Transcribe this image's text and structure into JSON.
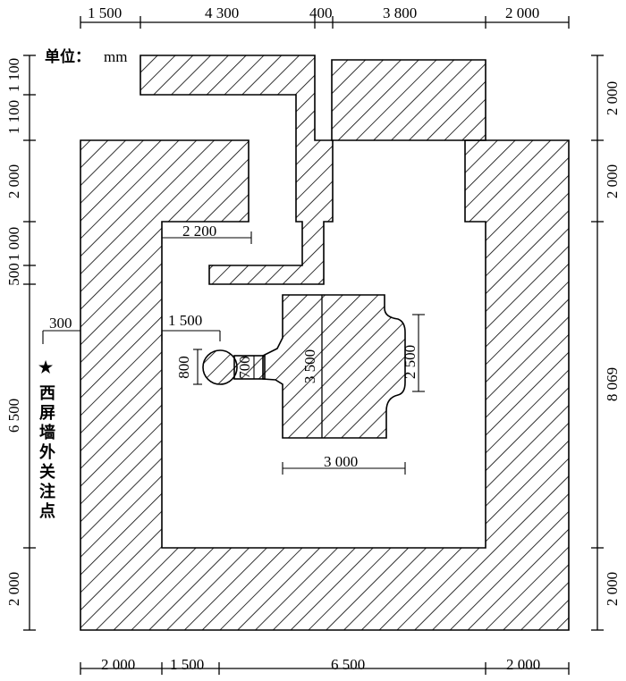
{
  "unit": {
    "label": "单位：",
    "value": "mm"
  },
  "top_dims": [
    "1 500",
    "4 300",
    "400",
    "3 800",
    "2 000"
  ],
  "bottom_dims": [
    "2 000",
    "1 500",
    "6 500",
    "2 000"
  ],
  "left_dims": [
    "1 100",
    "1 100",
    "2 000",
    "1 000",
    "500",
    "6 500",
    "2 000"
  ],
  "right_dims": [
    "2 000",
    "2 000",
    "8 069",
    "2 000"
  ],
  "inner_dims": {
    "d300": "300",
    "d2200": "2 200",
    "d1500": "1 500",
    "d800": "800",
    "d700": "700",
    "d3500": "3 500",
    "d2500": "2 500",
    "d3000": "3 000"
  },
  "point_label": [
    "西",
    "屏",
    "墙",
    "外",
    "关",
    "注",
    "点"
  ],
  "star_symbol": "★"
}
